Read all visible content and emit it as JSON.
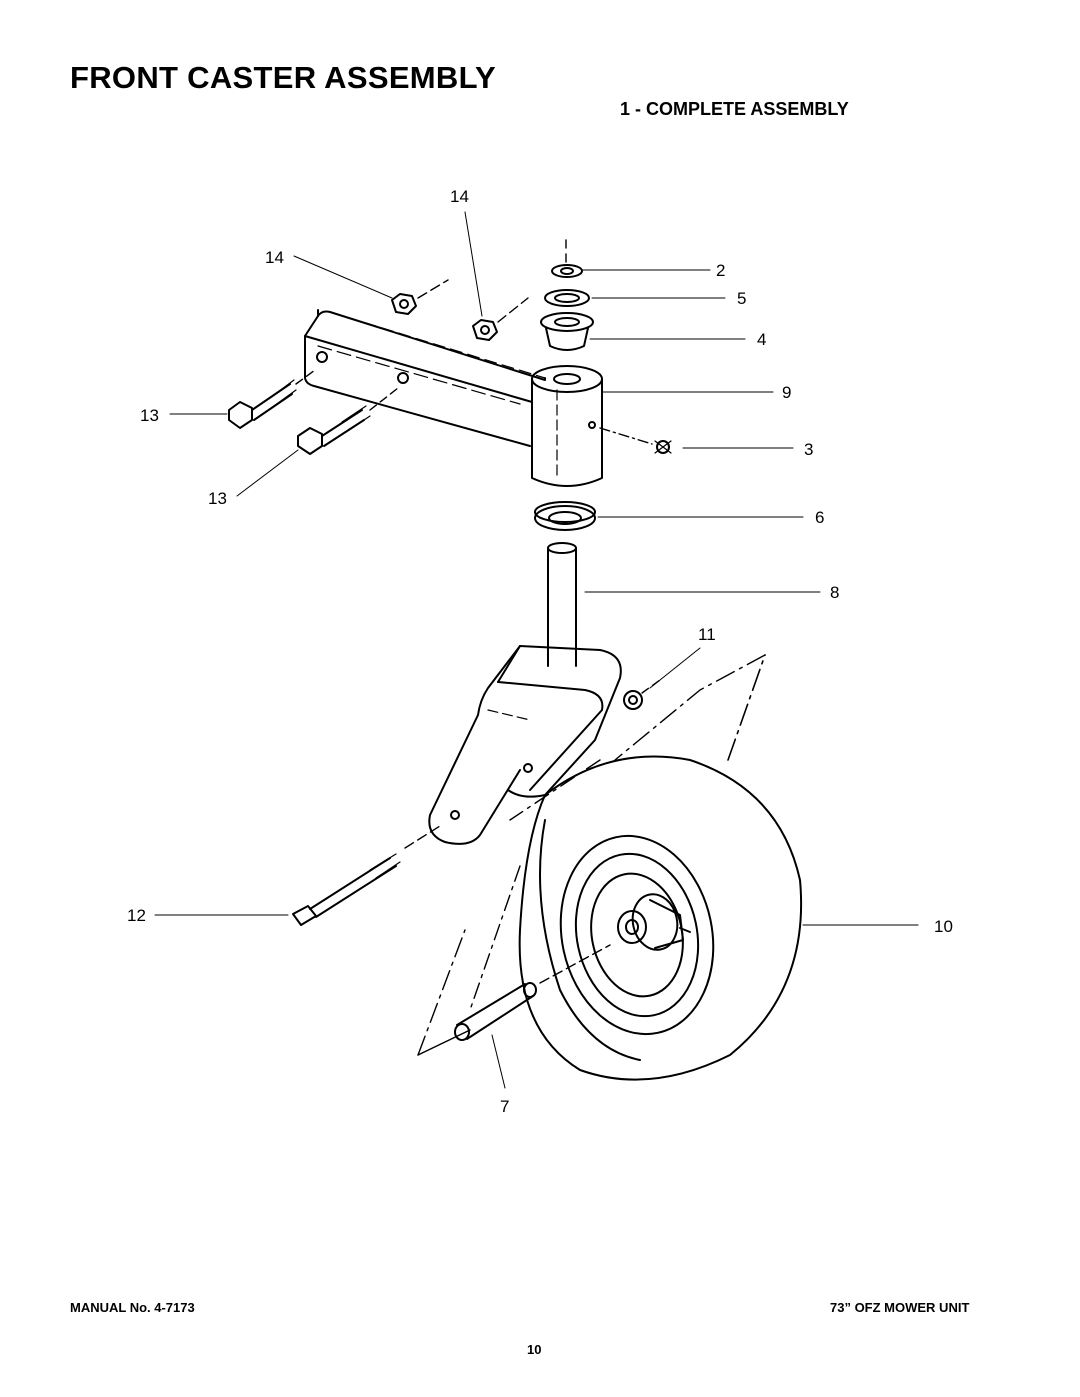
{
  "page": {
    "title": "FRONT CASTER ASSEMBLY",
    "subtitle": "1 - COMPLETE ASSEMBLY",
    "footer_left": "MANUAL No. 4-7173",
    "footer_right": "73” OFZ MOWER UNIT",
    "page_number": "10"
  },
  "callouts": {
    "c14a": "14",
    "c14b": "14",
    "c2": "2",
    "c5": "5",
    "c4": "4",
    "c9": "9",
    "c3": "3",
    "c13a": "13",
    "c13b": "13",
    "c6": "6",
    "c8": "8",
    "c11": "11",
    "c12": "12",
    "c10": "10",
    "c7": "7"
  }
}
